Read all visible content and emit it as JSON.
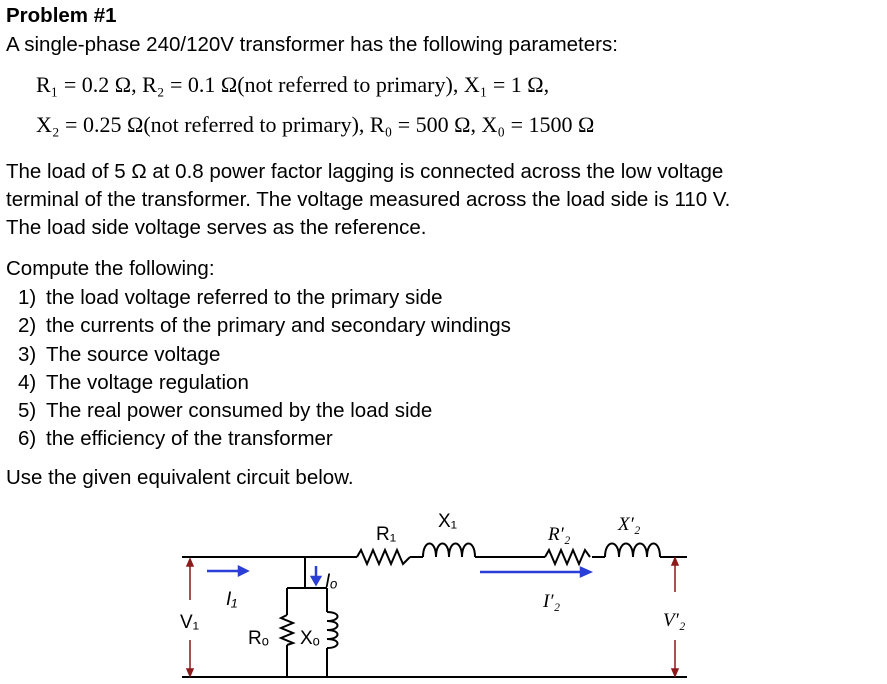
{
  "title": "Problem #1",
  "intro": "A single-phase 240/120V transformer has the following parameters:",
  "eq1": "R₁ = 0.2 Ω, R₂ = 0.1 Ω(not referred to primary), X₁ = 1 Ω,",
  "eq2": "X₂ = 0.25 Ω(not referred to primary), R₀ = 500 Ω, X₀ = 1500 Ω",
  "para": [
    "The load of 5 Ω at 0.8 power factor lagging is connected across the low voltage",
    "terminal of the transformer. The voltage measured across the load side is 110 V.",
    "The load side voltage serves as the reference."
  ],
  "compute": "Compute the following:",
  "items": [
    {
      "n": "1)",
      "t": "the load voltage referred to the primary side"
    },
    {
      "n": "2)",
      "t": "the currents of the primary and secondary windings"
    },
    {
      "n": "3)",
      "t": "The source voltage"
    },
    {
      "n": "4)",
      "t": "The voltage regulation"
    },
    {
      "n": "5)",
      "t": "The real power consumed by the load side"
    },
    {
      "n": "6)",
      "t": "the efficiency of the transformer"
    }
  ],
  "use": "Use the given equivalent circuit below.",
  "circuit": {
    "R1": "R₁",
    "X1": "X₁",
    "R2p": "R′₂",
    "X2p": "X′₂",
    "I1": "I₁",
    "Io": "Iₒ",
    "I2p": "I′₂",
    "V1": "V₁",
    "V2p": "V′₂",
    "Ro": "Rₒ",
    "Xo": "Xₒ"
  },
  "colors": {
    "arrow_blue": "#2a3fd6",
    "arrow_red": "#8b1a1a"
  }
}
